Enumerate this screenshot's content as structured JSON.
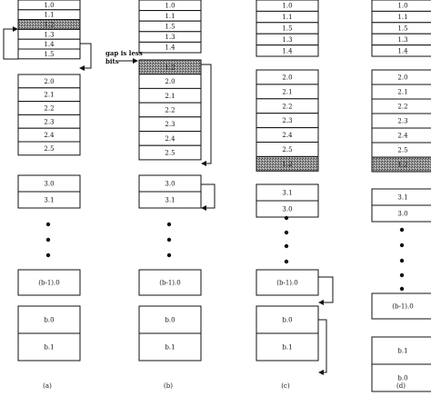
{
  "columns": [
    {
      "id": "a",
      "caption": "(a)",
      "groups": [
        {
          "cells": [
            {
              "label": "1.0"
            },
            {
              "label": "1.1"
            },
            {
              "label": "1.2",
              "shaded": true
            },
            {
              "label": "1.3"
            },
            {
              "label": "1.4"
            },
            {
              "label": "1.5"
            }
          ]
        },
        {
          "cells": [
            {
              "label": "2.0"
            },
            {
              "label": "2.1"
            },
            {
              "label": "2.2"
            },
            {
              "label": "2.3"
            },
            {
              "label": "2.4"
            },
            {
              "label": "2.5"
            }
          ]
        },
        {
          "cells": [
            {
              "label": "3.0"
            },
            {
              "label": "3.1"
            }
          ]
        },
        {
          "cells": [
            {
              "label": "(b-1).0"
            }
          ]
        },
        {
          "cells": [
            {
              "label": "b.0"
            },
            {
              "label": "b.1"
            }
          ]
        }
      ]
    },
    {
      "id": "b",
      "caption": "(b)",
      "groups": [
        {
          "cells": [
            {
              "label": "1.0"
            },
            {
              "label": "1.1"
            },
            {
              "label": "1.5"
            },
            {
              "label": "1.3"
            },
            {
              "label": "1.4"
            }
          ]
        },
        {
          "cells": [
            {
              "label": "1.2",
              "shaded": true
            },
            {
              "label": "2.0"
            },
            {
              "label": "2.1"
            },
            {
              "label": "2.2"
            },
            {
              "label": "2.3"
            },
            {
              "label": "2.4"
            },
            {
              "label": "2.5"
            }
          ]
        },
        {
          "cells": [
            {
              "label": "3.0"
            },
            {
              "label": "3.1"
            }
          ]
        },
        {
          "cells": [
            {
              "label": "(b-1).0"
            }
          ]
        },
        {
          "cells": [
            {
              "label": "b.0"
            },
            {
              "label": "b.1"
            }
          ]
        }
      ]
    },
    {
      "id": "c",
      "caption": "(c)",
      "groups": [
        {
          "cells": [
            {
              "label": "1.0"
            },
            {
              "label": "1.1"
            },
            {
              "label": "1.5"
            },
            {
              "label": "1.3"
            },
            {
              "label": "1.4"
            }
          ]
        },
        {
          "cells": [
            {
              "label": "2.0"
            },
            {
              "label": "2.1"
            },
            {
              "label": "2.2"
            },
            {
              "label": "2.3"
            },
            {
              "label": "2.4"
            },
            {
              "label": "2.5"
            },
            {
              "label": "1.2",
              "shaded": true
            }
          ]
        },
        {
          "cells": [
            {
              "label": "3.1"
            },
            {
              "label": "3.0"
            }
          ]
        },
        {
          "cells": [
            {
              "label": "(b-1).0"
            }
          ]
        },
        {
          "cells": [
            {
              "label": "b.0"
            },
            {
              "label": "b.1"
            }
          ]
        }
      ]
    },
    {
      "id": "d",
      "caption": "(d)",
      "groups": [
        {
          "cells": [
            {
              "label": "1.0"
            },
            {
              "label": "1.1"
            },
            {
              "label": "1.5"
            },
            {
              "label": "1.3"
            },
            {
              "label": "1.4"
            }
          ]
        },
        {
          "cells": [
            {
              "label": "2.0"
            },
            {
              "label": "2.1"
            },
            {
              "label": "2.2"
            },
            {
              "label": "2.3"
            },
            {
              "label": "2.4"
            },
            {
              "label": "2.5"
            },
            {
              "label": "1.2",
              "shaded": true
            }
          ]
        },
        {
          "cells": [
            {
              "label": "3.1"
            },
            {
              "label": "3.0"
            }
          ]
        },
        {
          "cells": [
            {
              "label": "(b-1).0"
            }
          ]
        },
        {
          "cells": [
            {
              "label": "b.1"
            },
            {
              "label": "b.0"
            }
          ]
        }
      ]
    }
  ],
  "annotation": {
    "line1": "gap is less",
    "line2": "bits"
  },
  "colors": {
    "line": "#111111",
    "shade": "#8a8a8a",
    "background": "#ffffff"
  }
}
